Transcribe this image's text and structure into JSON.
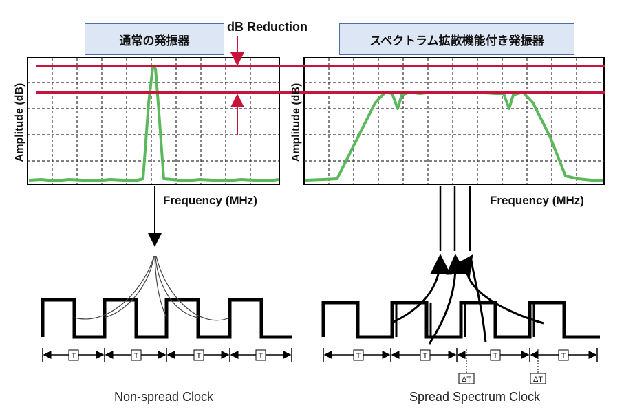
{
  "titles": {
    "normal": "通常の発振器",
    "spread": "スペクトラム拡散機能付き発振器"
  },
  "annotations": {
    "db_reduction": "dB Reduction",
    "amplitude_axis": "Amplitude (dB)",
    "frequency_axis": "Frequency (MHz)",
    "period_symbol": "T",
    "delta_period_symbol": "ΔT"
  },
  "captions": {
    "non_spread": "Non-spread Clock",
    "spread": "Spread Spectrum Clock"
  },
  "colors": {
    "reference_lines": "#c8143c",
    "spectrum_trace": "#5cb85c",
    "title_box_fill": "#dce6f4",
    "title_box_border": "#4a6fa5"
  }
}
